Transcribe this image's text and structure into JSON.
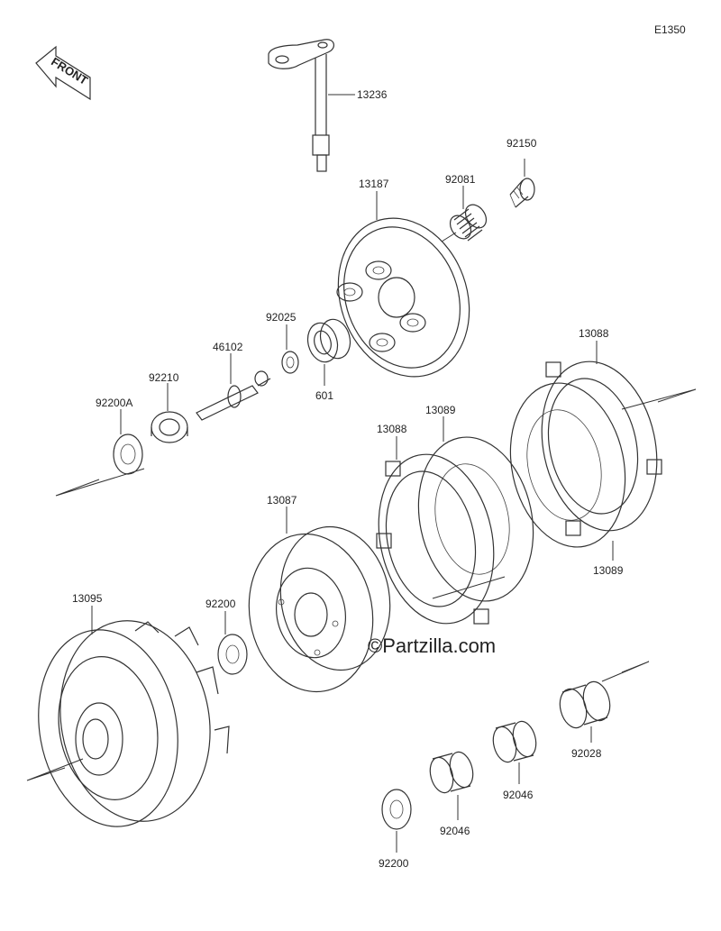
{
  "diagram": {
    "code": "E1350",
    "front_label": "FRONT",
    "watermark": "©Partzilla.com",
    "parts": {
      "p13236": "13236",
      "p92150": "92150",
      "p13187": "13187",
      "p92081": "92081",
      "p92025": "92025",
      "p46102": "46102",
      "p92210": "92210",
      "p92200A": "92200A",
      "p601": "601",
      "p13088_top": "13088",
      "p13089_top": "13089",
      "p13088_mid": "13088",
      "p13087": "13087",
      "p13095": "13095",
      "p92200_mid": "92200",
      "p13089_low": "13089",
      "p92028": "92028",
      "p92046_a": "92046",
      "p92046_b": "92046",
      "p92200_low": "92200"
    }
  }
}
